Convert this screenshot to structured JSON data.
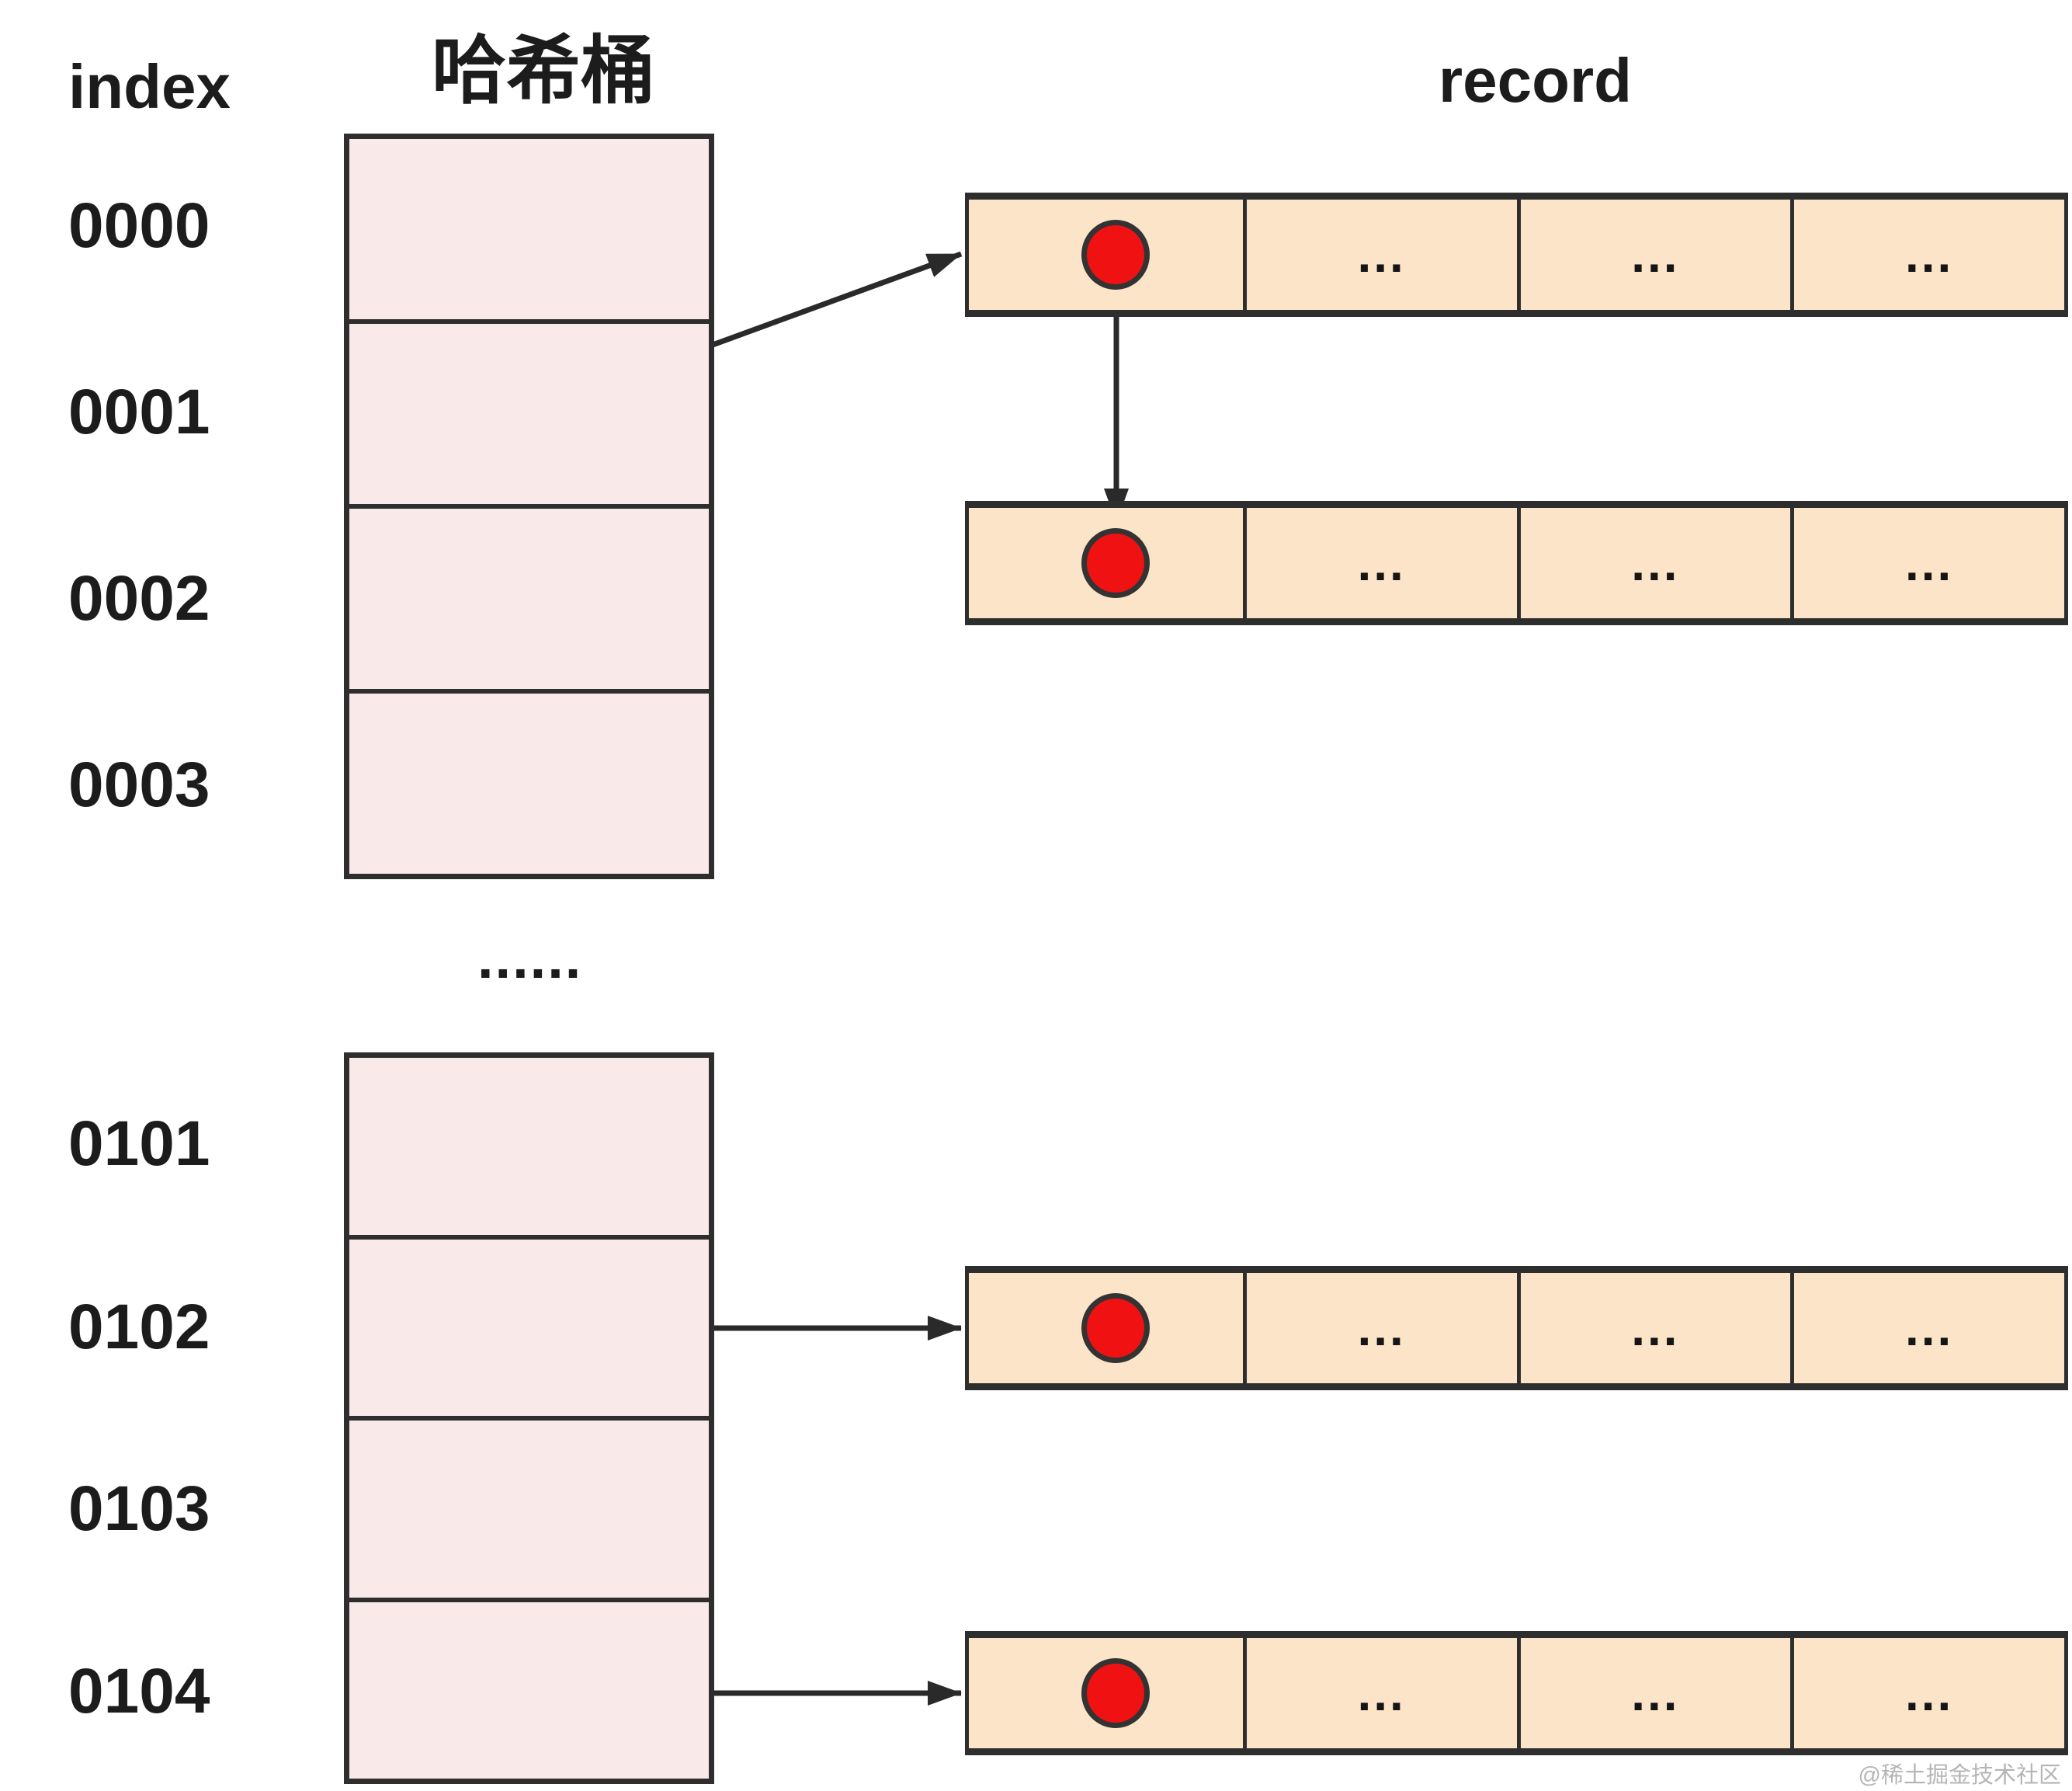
{
  "headers": {
    "index": "index",
    "hash_bucket": "哈希桶",
    "record": "record"
  },
  "bucket_groups": [
    {
      "indices": [
        "0000",
        "0001",
        "0002",
        "0003"
      ]
    },
    {
      "indices": [
        "0101",
        "0102",
        "0103",
        "0104"
      ]
    }
  ],
  "separator_dots": "......",
  "record_rows": [
    {
      "cells": [
        "",
        "...",
        "...",
        "..."
      ]
    },
    {
      "cells": [
        "",
        "...",
        "...",
        "..."
      ]
    },
    {
      "cells": [
        "",
        "...",
        "...",
        "..."
      ]
    },
    {
      "cells": [
        "",
        "...",
        "...",
        "..."
      ]
    }
  ],
  "watermark": "@稀土掘金技术社区",
  "colors": {
    "bucket_fill": "#f9e9e9",
    "record_fill": "#fce4c8",
    "pointer_red": "#f01212",
    "stroke_dark": "#2e2e2e",
    "watermark_gray": "#b5b5b5"
  }
}
